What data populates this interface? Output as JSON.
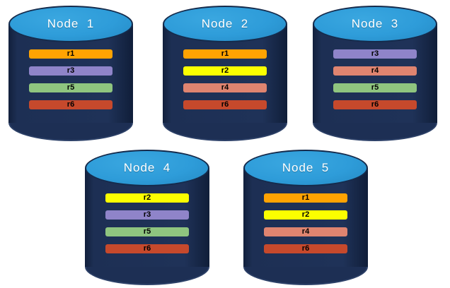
{
  "diagram_title": "replica-distribution-across-nodes",
  "palette": {
    "cylinder_body": "#1D2F54",
    "cylinder_top": "#2E9CD9",
    "outline": "#152B4C",
    "r1": "#FFA302",
    "r2": "#FBFF00",
    "r3": "#8F84C9",
    "r4": "#DF8470",
    "r5": "#8FC57F",
    "r6": "#C6492C"
  },
  "nodes": [
    {
      "id": "node-1",
      "label": "Node  1",
      "replicas": [
        "r1",
        "r3",
        "r5",
        "r6"
      ]
    },
    {
      "id": "node-2",
      "label": "Node  2",
      "replicas": [
        "r1",
        "r2",
        "r4",
        "r6"
      ]
    },
    {
      "id": "node-3",
      "label": "Node  3",
      "replicas": [
        "r3",
        "r4",
        "r5",
        "r6"
      ]
    },
    {
      "id": "node-4",
      "label": "Node  4",
      "replicas": [
        "r2",
        "r3",
        "r5",
        "r6"
      ]
    },
    {
      "id": "node-5",
      "label": "Node  5",
      "replicas": [
        "r1",
        "r2",
        "r4",
        "r6"
      ]
    }
  ]
}
